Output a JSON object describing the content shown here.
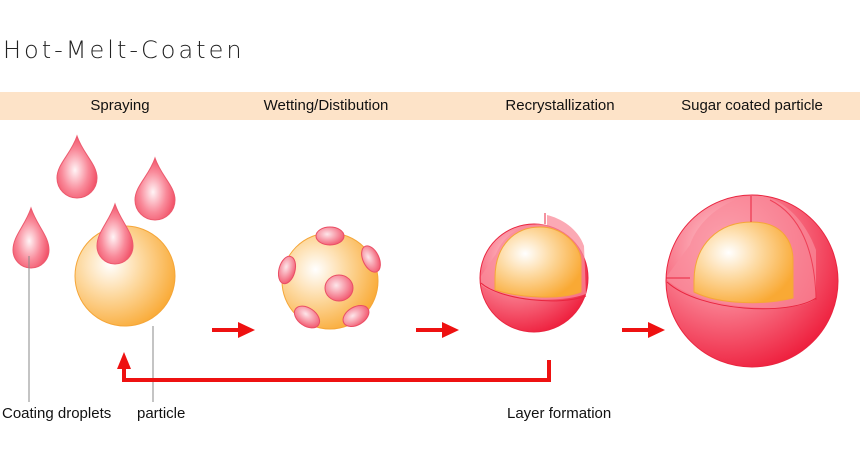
{
  "title": "Hot-Melt-Coaten",
  "steps": [
    {
      "label": "Spraying"
    },
    {
      "label": "Wetting/Distibution"
    },
    {
      "label": "Recrystallization"
    },
    {
      "label": "Sugar coated particle"
    }
  ],
  "labels": {
    "coating_droplets": "Coating droplets",
    "particle": "particle",
    "layer_formation": "Layer formation"
  },
  "colors": {
    "band": "#fde3c8",
    "arrow": "#ee1111",
    "droplet": "#f4677a",
    "particle": "#fbb44c",
    "coating": "#f24158"
  }
}
